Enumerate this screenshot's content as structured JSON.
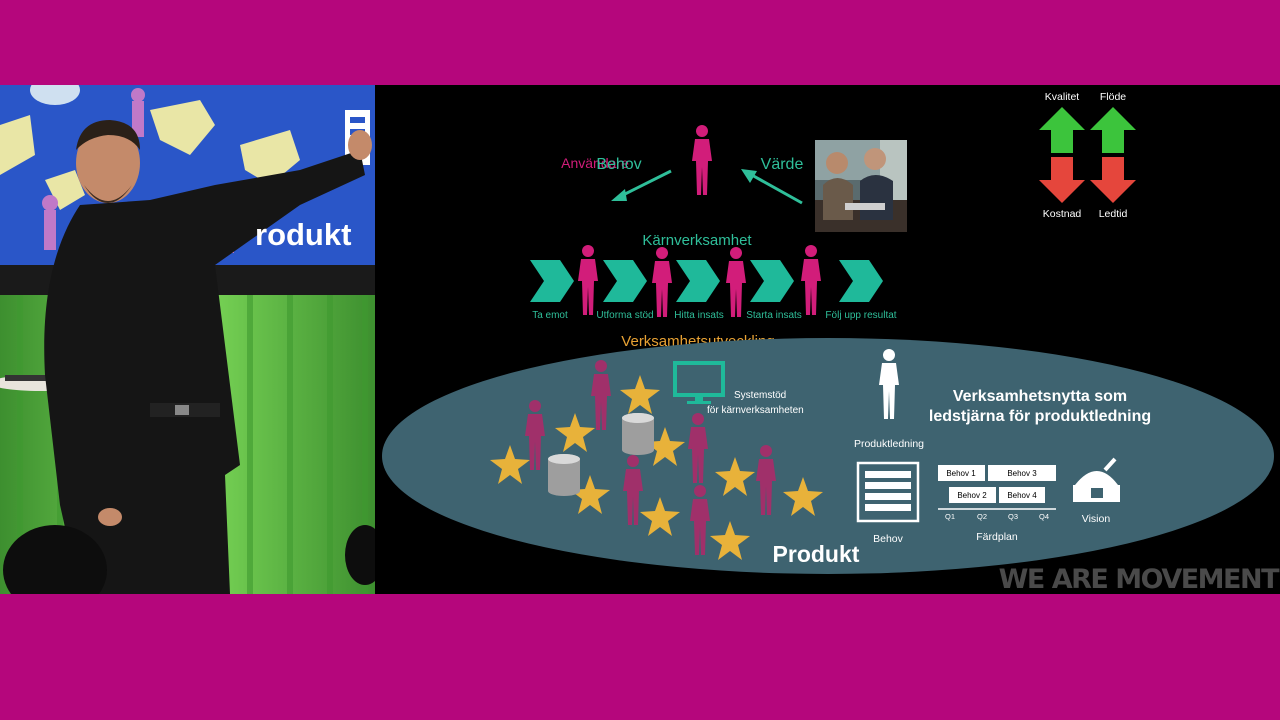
{
  "slide": {
    "user": {
      "behov": "Behov",
      "varde": "Värde",
      "anvandare": "Användare"
    },
    "karnverksamhet": {
      "title": "Kärnverksamhet",
      "steps": [
        "Ta emot",
        "Utforma stöd",
        "Hitta insats",
        "Starta insats",
        "Följ upp resultat"
      ]
    },
    "verksamhetsutveckling": "Verksamhetsutveckling",
    "systemstod": {
      "line1": "Systemstöd",
      "line2": "för kärnverksamheten"
    },
    "headline": {
      "line1": "Verksamhetsnytta som",
      "line2": "ledstjärna för produktledning"
    },
    "produktledning": "Produktledning",
    "produkt": "Produkt",
    "behov_label": "Behov",
    "fardplan": {
      "items": [
        "Behov 1",
        "Behov 3",
        "Behov 2",
        "Behov 4"
      ],
      "quarters": [
        "Q1",
        "Q2",
        "Q3",
        "Q4"
      ],
      "label": "Färdplan"
    },
    "vision": "Vision",
    "metrics": {
      "up_left": "Kvalitet",
      "up_right": "Flöde",
      "down_left": "Kostnad",
      "down_right": "Ledtid"
    },
    "colors": {
      "teal": "#2fbf9a",
      "magenta": "#d21d7a",
      "orange": "#e8a234",
      "ellipse": "#3e6370",
      "up": "#3cc43c",
      "down": "#e5463c"
    }
  },
  "stage": {
    "backdrop_text": "rodukt",
    "watermark": "WE ARE MOVEMENT"
  }
}
